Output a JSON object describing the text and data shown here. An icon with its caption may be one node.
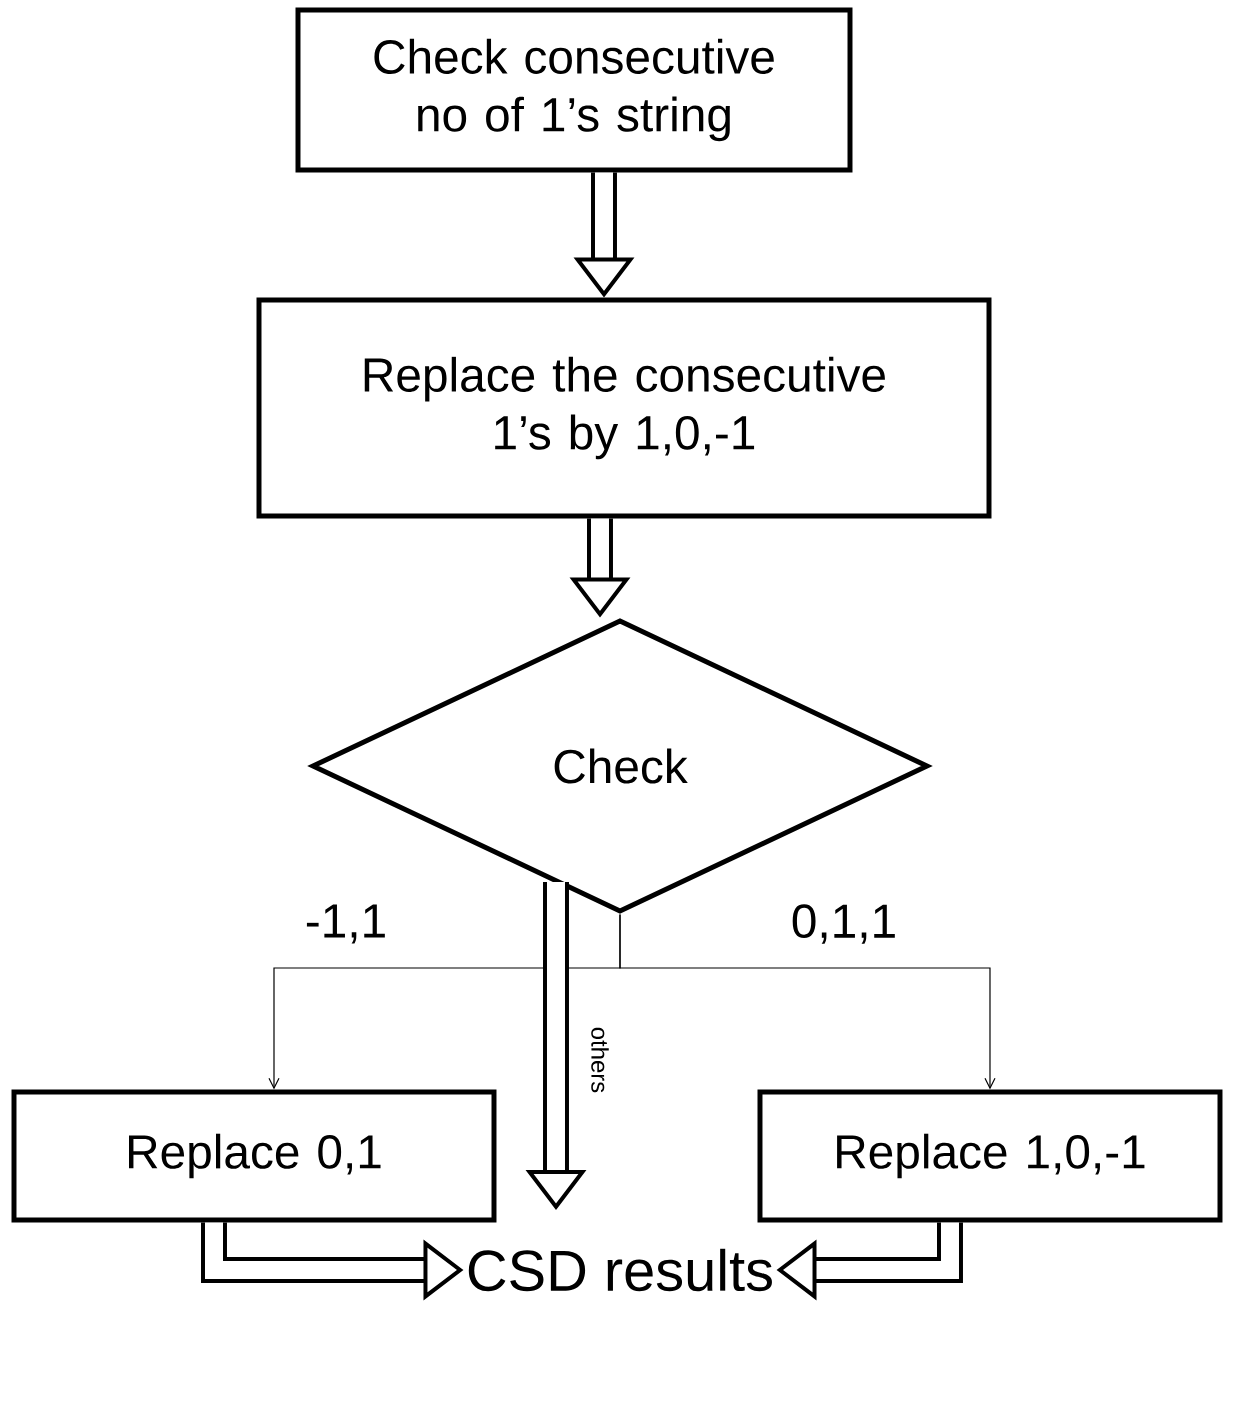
{
  "diagram": {
    "nodes": [
      {
        "text": [
          "Check consecutive no of 1’s string"
        ]
      },
      {
        "text": [
          "Replace the consecutive 1’s by 1,0,-1"
        ]
      },
      {
        "text": [
          "Check"
        ]
      },
      {
        "text": [
          "Replace 0,1"
        ]
      },
      {
        "text": [
          "Replace 1,0,-1"
        ]
      },
      {
        "text": [
          "CSD results"
        ]
      }
    ],
    "edges": [
      {
        "from": 0,
        "to": 1,
        "arrow": "to"
      },
      {
        "from": 1,
        "to": 2,
        "arrow": "to"
      },
      {
        "from": 2,
        "to": 3,
        "arrow": "to",
        "label": "-1,1"
      },
      {
        "from": 2,
        "to": 4,
        "arrow": "to",
        "label": "0,1,1"
      },
      {
        "from": 2,
        "to": 5,
        "arrow": "to",
        "label": "others"
      },
      {
        "from": 3,
        "to": 5,
        "arrow": "to"
      },
      {
        "from": 4,
        "to": 5,
        "arrow": "to"
      }
    ]
  }
}
